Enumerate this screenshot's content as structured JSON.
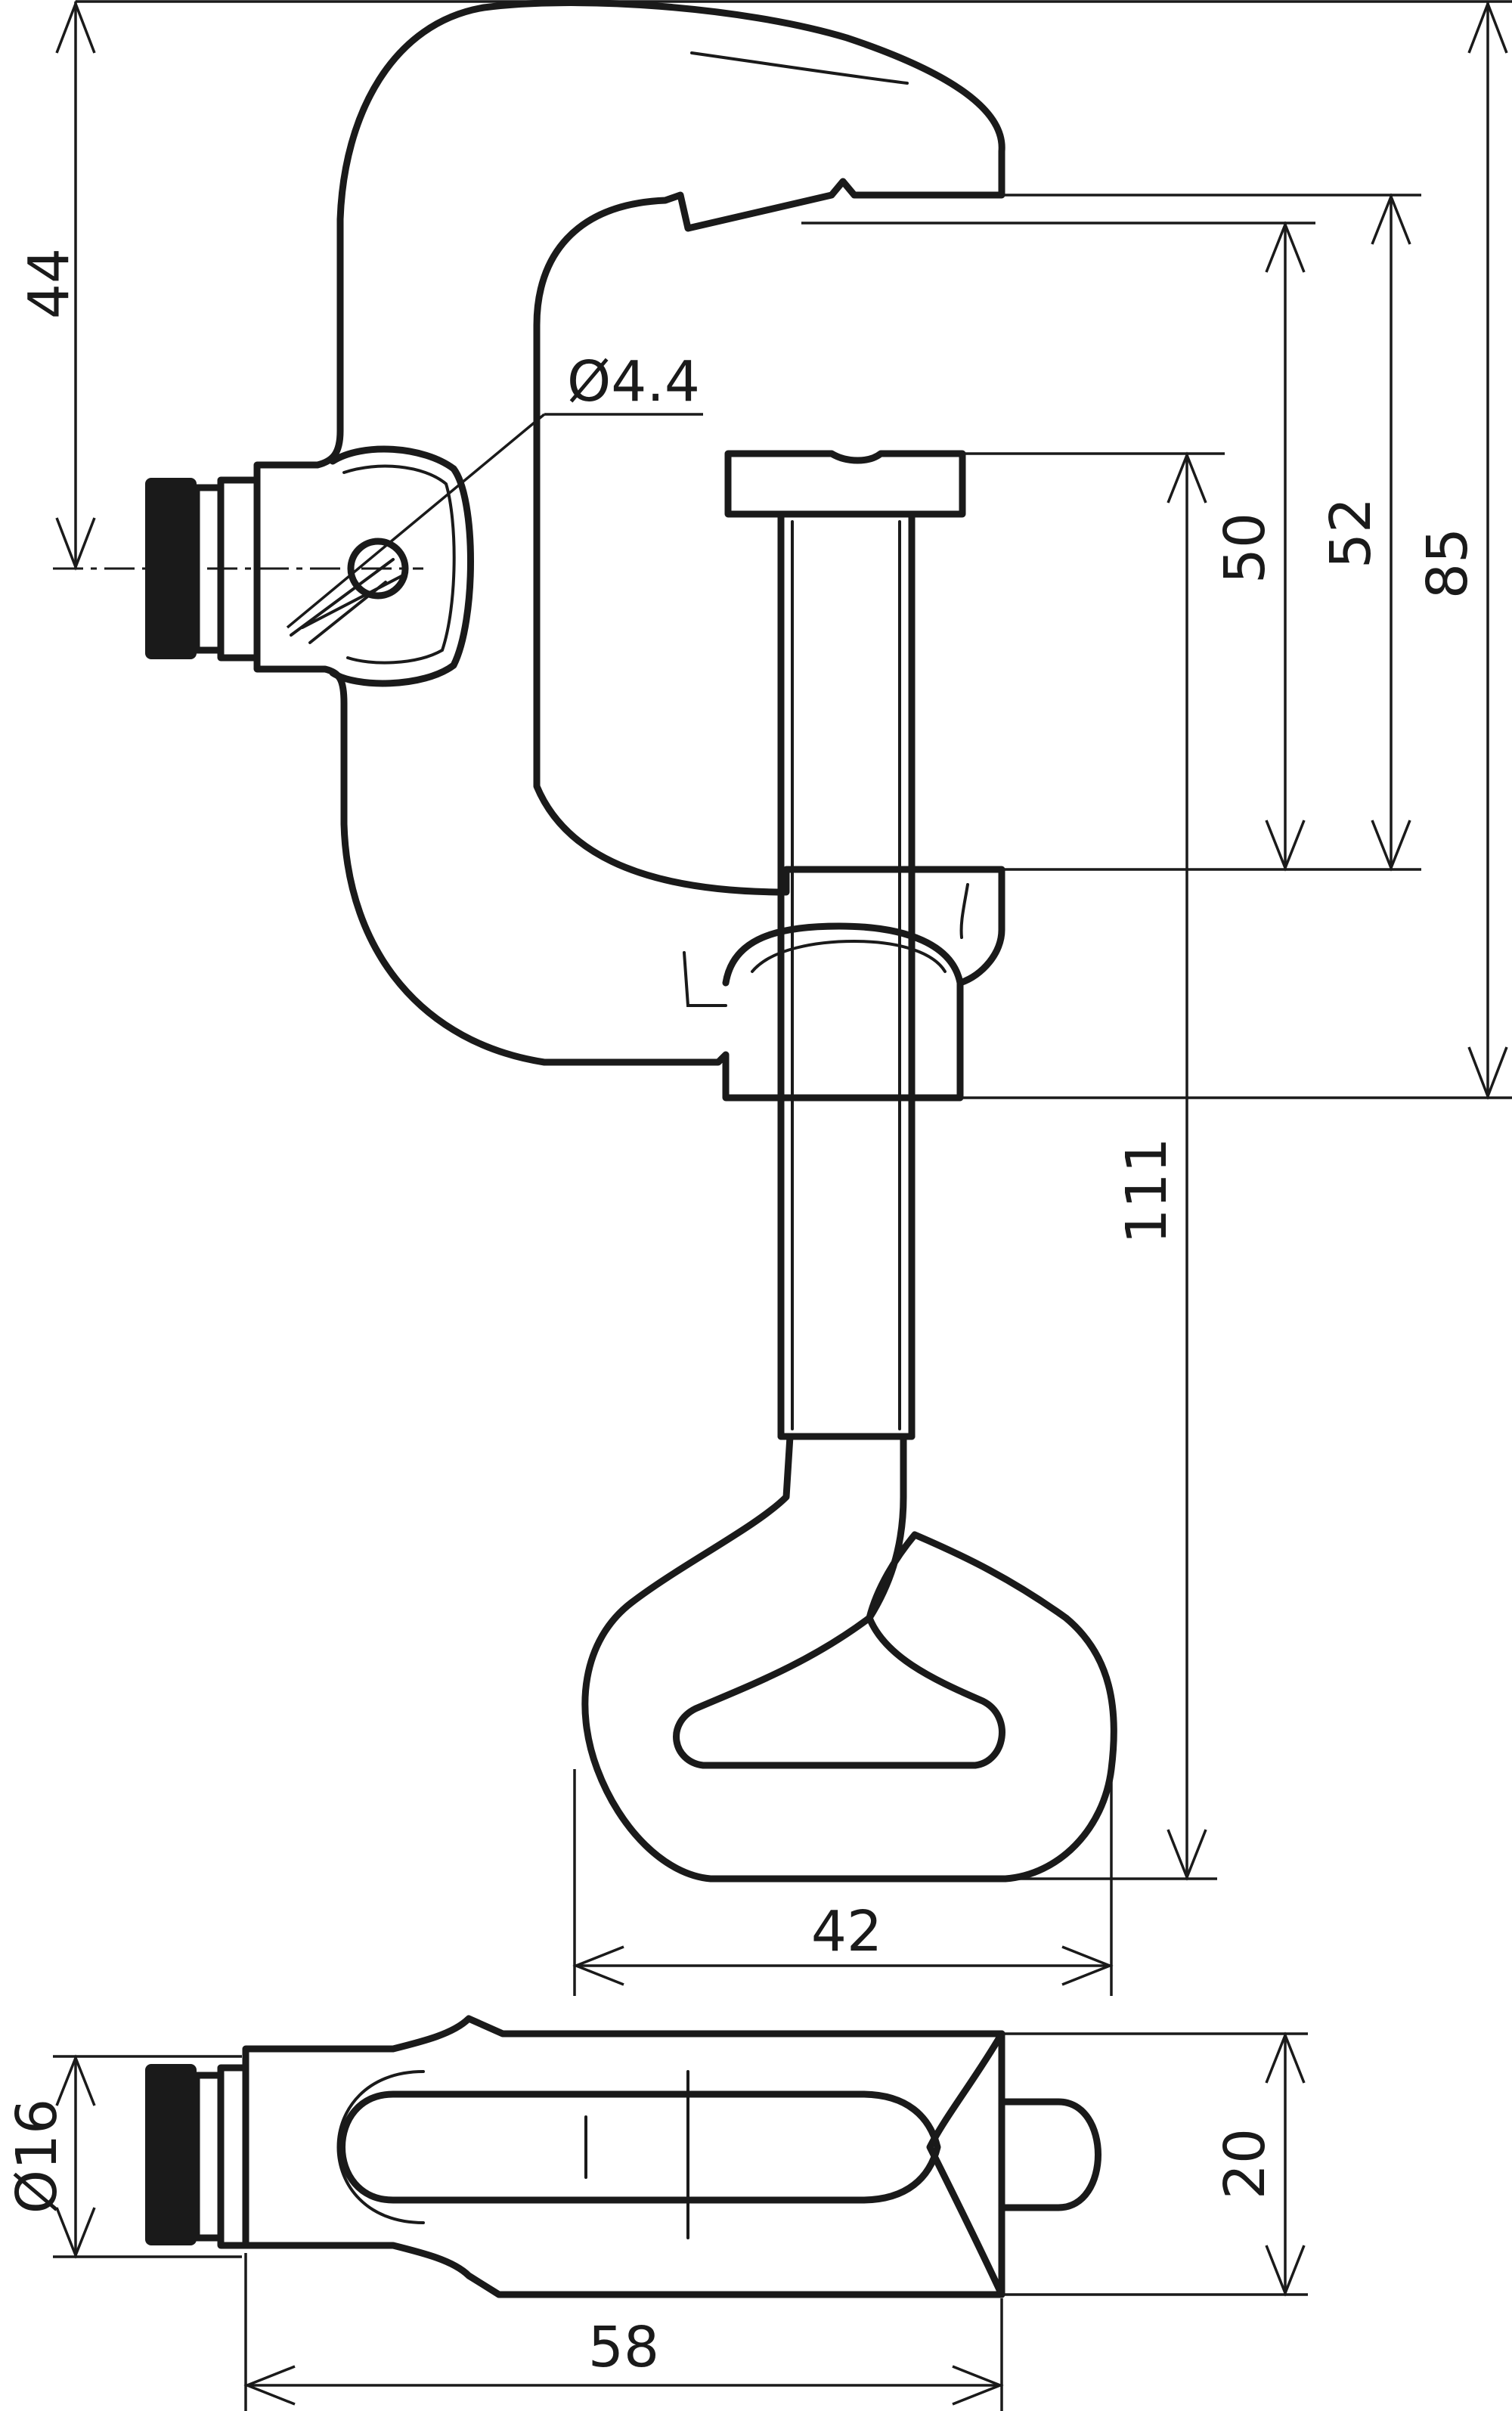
{
  "drawing": {
    "dimensions": {
      "hole_diameter": "Ø4.4",
      "height_44": "44",
      "jaw_opening_50": "50",
      "jaw_depth_52": "52",
      "body_height_85": "85",
      "total_height_111": "111",
      "handle_width_42": "42",
      "knob_diameter_16": "Ø16",
      "thickness_20": "20",
      "length_58": "58"
    }
  }
}
